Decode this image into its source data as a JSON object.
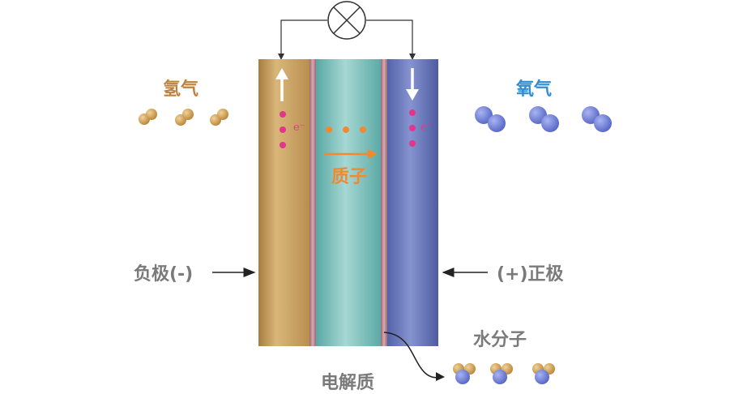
{
  "labels": {
    "hydrogen": "氢气",
    "oxygen": "氧气",
    "proton": "质子",
    "negative_electrode": "负极(-)",
    "positive_electrode": "(+)正极",
    "water_molecule": "水分子",
    "electrolyte": "电解质",
    "electron_left": "e⁻",
    "electron_right": "e⁻"
  },
  "icons": {
    "lamp": "lamp-icon",
    "electron": "electron-dot",
    "proton": "proton-dot",
    "hydrogen_molecule": "hydrogen-molecule-icon",
    "oxygen_molecule": "oxygen-molecule-icon",
    "water_molecule": "water-molecule-icon"
  },
  "colors": {
    "anode": "#c49a5a",
    "electrolyte": "#6fb8b4",
    "cathode": "#6675b5",
    "membrane_edge": "#b9848e",
    "hydrogen_atom": "#c99a52",
    "oxygen_atom": "#6f7fd2",
    "electron": "#e2368c",
    "proton": "#ef8a2e",
    "hydrogen_text": "#c0813b",
    "oxygen_text": "#2f8ed1",
    "gray_text": "#7a7a7a"
  }
}
